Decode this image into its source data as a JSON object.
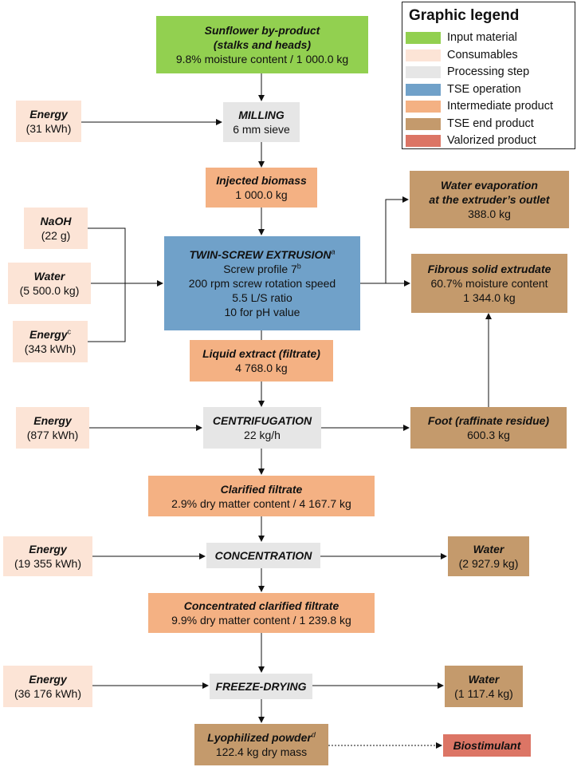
{
  "legend": {
    "title": "Graphic legend",
    "items": [
      {
        "label": "Input material",
        "color": "#92d050"
      },
      {
        "label": "Consumables",
        "color": "#fce4d6"
      },
      {
        "label": "Processing step",
        "color": "#e6e6e6"
      },
      {
        "label": "TSE operation",
        "color": "#70a1c9"
      },
      {
        "label": "Intermediate product",
        "color": "#f4b183"
      },
      {
        "label": "TSE end product",
        "color": "#c49a6c"
      },
      {
        "label": "Valorized product",
        "color": "#dc7565"
      }
    ]
  },
  "sunflower": {
    "title": "Sunflower by-product",
    "subtitle": "(stalks and heads)",
    "detail": "9.8% moisture content / 1 000.0 kg"
  },
  "energy_milling": {
    "title": "Energy",
    "value": "(31 kWh)"
  },
  "milling": {
    "title": "MILLING",
    "detail": "6 mm sieve"
  },
  "injected": {
    "title": "Injected biomass",
    "detail": "1 000.0 kg"
  },
  "water_evap": {
    "title1": "Water evaporation",
    "title2": "at the extruder’s outlet",
    "detail": "388.0 kg"
  },
  "naoh": {
    "title": "NaOH",
    "value": "(22 g)"
  },
  "water_in": {
    "title": "Water",
    "value": "(5 500.0 kg)"
  },
  "energy_tse": {
    "title": "Energy",
    "sup": "c",
    "value": "(343 kWh)"
  },
  "tse": {
    "title": "TWIN-SCREW EXTRUSION",
    "title_sup": "a",
    "line1": "Screw profile 7",
    "line1_sup": "b",
    "line2": "200 rpm screw rotation speed",
    "line3": "5.5 L/S ratio",
    "line4": "10 for pH value"
  },
  "fibrous": {
    "title": "Fibrous solid extrudate",
    "line1": "60.7% moisture content",
    "line2": "1 344.0 kg"
  },
  "liquid": {
    "title": "Liquid extract (filtrate)",
    "detail": "4 768.0 kg"
  },
  "energy_centri": {
    "title": "Energy",
    "value": "(877 kWh)"
  },
  "centri": {
    "title": "CENTRIFUGATION",
    "detail": "22 kg/h"
  },
  "foot": {
    "title": "Foot (raffinate residue)",
    "detail": "600.3 kg"
  },
  "clarified": {
    "title": "Clarified filtrate",
    "detail": "2.9% dry matter content / 4 167.7 kg"
  },
  "energy_conc": {
    "title": "Energy",
    "value": "(19 355 kWh)"
  },
  "conc": {
    "title": "CONCENTRATION"
  },
  "water_conc": {
    "title": "Water",
    "value": "(2 927.9 kg)"
  },
  "concentrated": {
    "title": "Concentrated clarified filtrate",
    "detail": "9.9% dry matter content / 1 239.8 kg"
  },
  "energy_freeze": {
    "title": "Energy",
    "value": "(36 176 kWh)"
  },
  "freeze": {
    "title": "FREEZE-DRYING"
  },
  "water_freeze": {
    "title": "Water",
    "value": "(1 117.4 kg)"
  },
  "lyo": {
    "title": "Lyophilized powder",
    "sup": "d",
    "detail": "122.4 kg dry mass"
  },
  "biostim": {
    "title": "Biostimulant"
  }
}
